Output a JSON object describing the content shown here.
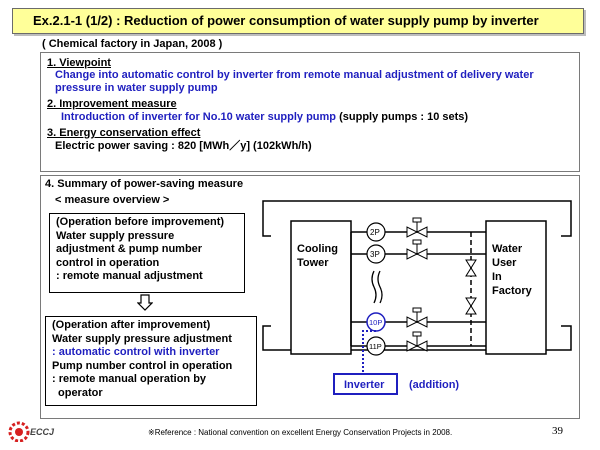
{
  "title": "Ex.2.1-1 (1/2) : Reduction of power consumption of water supply pump by inverter",
  "subtitle": "( Chemical factory in Japan, 2008 )",
  "viewpoint": {
    "heading": "1. Viewpoint",
    "text_line1": "Change into automatic control by inverter from remote manual adjustment of delivery water",
    "text_line2": "pressure in water supply pump"
  },
  "improvement": {
    "heading": "2. Improvement measure",
    "text_blue": "Introduction of inverter for No.10 water supply pump",
    "text_black": "(supply pumps : 10 sets)"
  },
  "energy": {
    "heading": "3. Energy conservation effect",
    "text": "Electric power saving : 820 [MWh／y] (102kWh/h)"
  },
  "summary": {
    "heading": "4. Summary of power-saving measure",
    "overview": "< measure overview >",
    "before": {
      "line1": "(Operation before improvement)",
      "line2": "Water supply pressure",
      "line3": "adjustment & pump number",
      "line4": "control in operation",
      "line5": ": remote manual adjustment"
    },
    "after": {
      "line1": "(Operation after improvement)",
      "line2": "Water supply pressure adjustment",
      "line3": ": automatic control with inverter",
      "line4": "Pump number control in operation",
      "line5": ": remote manual operation by",
      "line6": "operator"
    }
  },
  "diagram": {
    "cooling_tower_1": "Cooling",
    "cooling_tower_2": "Tower",
    "user_1": "Water",
    "user_2": "User",
    "user_3": "In",
    "user_4": "Factory",
    "pump_2": "2P",
    "pump_3": "3P",
    "pump_10": "10P",
    "pump_11": "11P",
    "inverter": "Inverter",
    "addition": "(addition)",
    "accent_blue": "#1f1fbf"
  },
  "footer": {
    "reference": "※Reference : National convention on excellent Energy Conservation Projects in 2008.",
    "page": "39",
    "logo": "ECCJ"
  }
}
